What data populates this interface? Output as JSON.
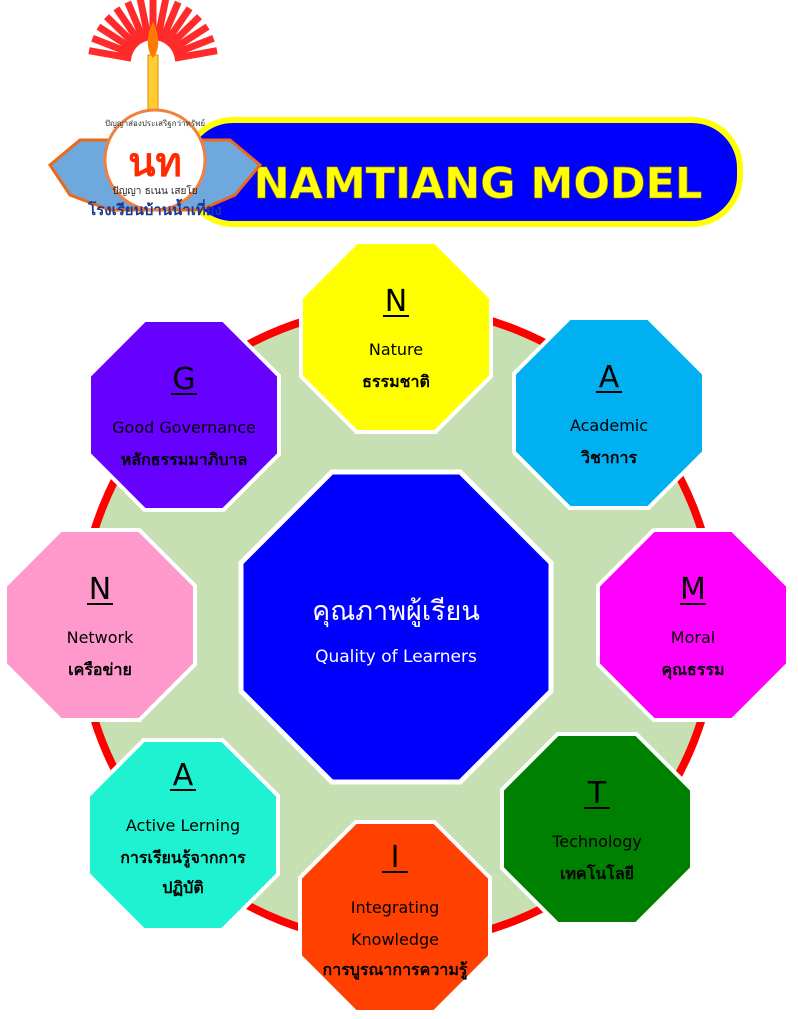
{
  "header": {
    "title": "NAMTIANG  MODEL",
    "banner_color": "#0000ff",
    "border_color": "#ffff00",
    "logo": {
      "initials": "นท",
      "motto_top": "ปัญญาส่องประเสริฐกว่าทรัพย์",
      "motto_ribbon": "ปัญญา ธเนน เสยโย",
      "school_name": "โรงเรียนบ้านน้ำเที่ยง"
    }
  },
  "center": {
    "thai": "คุณภาพผู้เรียน",
    "english": "Quality of Learners",
    "color": "#0000ff"
  },
  "ring": {
    "fill": "#c6e0b4",
    "stroke": "#ff0000"
  },
  "elements": [
    {
      "letter": "N",
      "english": "Nature",
      "thai": "ธรรมชาติ",
      "color": "#ffff00"
    },
    {
      "letter": "A",
      "english": "Academic",
      "thai": "วิชาการ",
      "color": "#00b0f0"
    },
    {
      "letter": "M",
      "english": "Moral",
      "thai": "คุณธรรม",
      "color": "#ff00ff"
    },
    {
      "letter": "T",
      "english": "Technology",
      "thai": "เทคโนโลยี",
      "color": "#008000"
    },
    {
      "letter": "I",
      "english": "Integrating",
      "english2": "Knowledge",
      "thai": "การบูรณาการความรู้",
      "color": "#ff4000"
    },
    {
      "letter": "A",
      "english": "Active  Lerning",
      "thai": "การเรียนรู้จากการ",
      "thai2": "ปฏิบัติ",
      "color": "#1ef2d0"
    },
    {
      "letter": "N",
      "english": "Network",
      "thai": "เครือข่าย",
      "color": "#ff99cc"
    },
    {
      "letter": "G",
      "english": "Good Governance",
      "thai": "หลักธรรมมาภิบาล",
      "color": "#6600ff"
    }
  ]
}
